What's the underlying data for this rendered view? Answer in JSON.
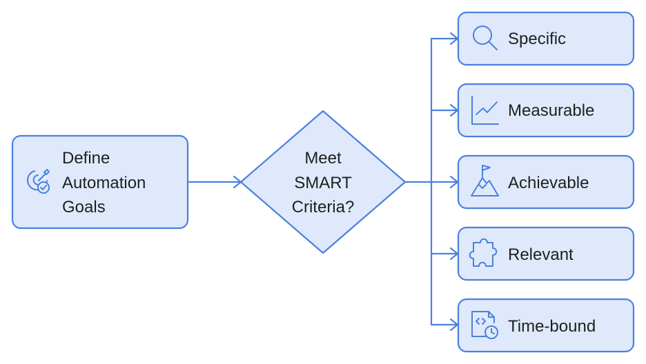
{
  "colors": {
    "node_fill": "#dfe9fb",
    "node_stroke": "#4a80dd",
    "connector": "#4a80dd",
    "text": "#1f1f1f",
    "background": "#ffffff"
  },
  "start_node": {
    "lines": [
      "Define",
      "Automation",
      "Goals"
    ],
    "icon": "target-check-icon"
  },
  "decision_node": {
    "lines": [
      "Meet",
      "SMART",
      "Criteria?"
    ]
  },
  "criteria": [
    {
      "label": "Specific",
      "icon": "magnifier-icon"
    },
    {
      "label": "Measurable",
      "icon": "line-chart-icon"
    },
    {
      "label": "Achievable",
      "icon": "mountain-flag-icon"
    },
    {
      "label": "Relevant",
      "icon": "puzzle-piece-icon"
    },
    {
      "label": "Time-bound",
      "icon": "code-file-clock-icon"
    }
  ]
}
